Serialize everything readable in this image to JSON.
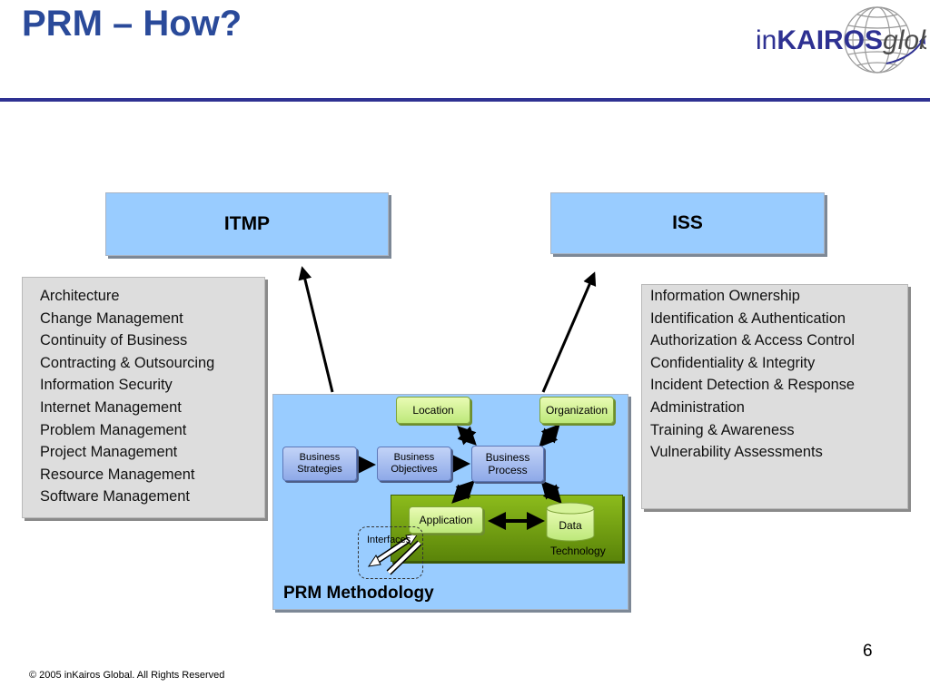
{
  "title": "PRM – How?",
  "logo": {
    "text_prefix": "in",
    "text_main": "KAIROS",
    "text_suffix": "global"
  },
  "itmp": {
    "label": "ITMP",
    "items": [
      "Architecture",
      "Change Management",
      "Continuity of Business",
      "Contracting & Outsourcing",
      "Information Security",
      "Internet Management",
      "Problem Management",
      "Project Management",
      "Resource Management",
      "Software Management"
    ]
  },
  "iss": {
    "label": "ISS",
    "items": [
      "Information Ownership",
      "Identification & Authentication",
      "Authorization & Access Control",
      "Confidentiality & Integrity",
      "Incident Detection & Response",
      "Administration",
      "Training & Awareness",
      "Vulnerability Assessments"
    ]
  },
  "prm": {
    "label": "PRM Methodology",
    "nodes": {
      "location": "Location",
      "organization": "Organization",
      "business_strategies": "Business Strategies",
      "business_objectives": "Business Objectives",
      "business_process": "Business Process",
      "application": "Application",
      "data": "Data"
    },
    "technology_label": "Technology",
    "interfaces_label": "Interfaces"
  },
  "page_number": "6",
  "footer": "© 2005 inKairos Global.   All Rights Reserved"
}
